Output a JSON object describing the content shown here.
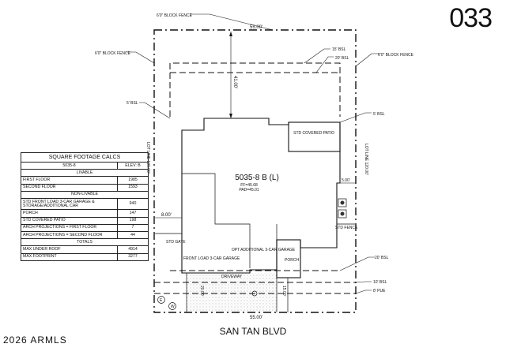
{
  "sheet_number": "033",
  "copyright": "2026 ARMLS",
  "street": "SAN TAN BLVD",
  "plan": {
    "title": "5035-8 B (L)",
    "ff": "FF=45.68",
    "pad": "PAD=45.01"
  },
  "labels": {
    "fence_top": "6'0\" BLOCK FENCE",
    "fence_left": "6'0\" BLOCK FENCE",
    "fence_right": "6'0\" BLOCK FENCE",
    "dim_top": "55.00'",
    "dim_bottom": "55.00'",
    "dim_rear": "41.00'",
    "bsl_15": "15' BSL",
    "bsl_20": "20' BSL",
    "bsl_5_left": "5' BSL",
    "bsl_5_right": "5' BSL",
    "bsl_20_front": "20' BSL",
    "bsl_10": "10' BSL",
    "pue": "8' PUE",
    "side_dim_right": "5.00'",
    "side_dim_left": "8.00'",
    "side_vert_right": "LOT LINE 120.00'",
    "side_vert_left": "LOT LINE 120.00'",
    "covered_patio": "STD COVERED PATIO",
    "garage": "FRONT LOAD 3-CAR GARAGE",
    "opt_garage": "OPT ADDITIONAL 3-CAR GARAGE",
    "porch": "PORCH",
    "driveway": "DRIVEWAY",
    "gate": "STD GATE",
    "std_fence": "STD FENCE",
    "dim_front_left": "20.00'",
    "dim_front_right": "15.00'",
    "marker_e": "E",
    "marker_w": "W"
  },
  "calc": {
    "title": "SQUARE FOOTAGE CALCS",
    "plan": "5035-8",
    "elev": "ELEV: B",
    "livable_header": "LIVABLE",
    "livable": [
      {
        "label": "FIRST FLOOR",
        "value": "1985"
      },
      {
        "label": "SECOND FLOOR",
        "value": "1593"
      }
    ],
    "nonlivable_header": "NON-LIVABLE",
    "nonlivable": [
      {
        "label": "STD FRONT LOAD 3-CAR GARAGE & STORAGE/ADDITIONAL CAR",
        "value": "940"
      },
      {
        "label": "PORCH",
        "value": "147"
      },
      {
        "label": "STD COVERED PATIO",
        "value": "198"
      },
      {
        "label": "ARCH PROJECTIONS = FIRST FLOOR",
        "value": "7"
      },
      {
        "label": "ARCH PROJECTIONS = SECOND FLOOR",
        "value": "44"
      }
    ],
    "totals_header": "TOTALS",
    "totals": [
      {
        "label": "MAX UNDER ROOF",
        "value": "4914"
      },
      {
        "label": "MAX FOOTPRINT",
        "value": "3277"
      }
    ]
  }
}
